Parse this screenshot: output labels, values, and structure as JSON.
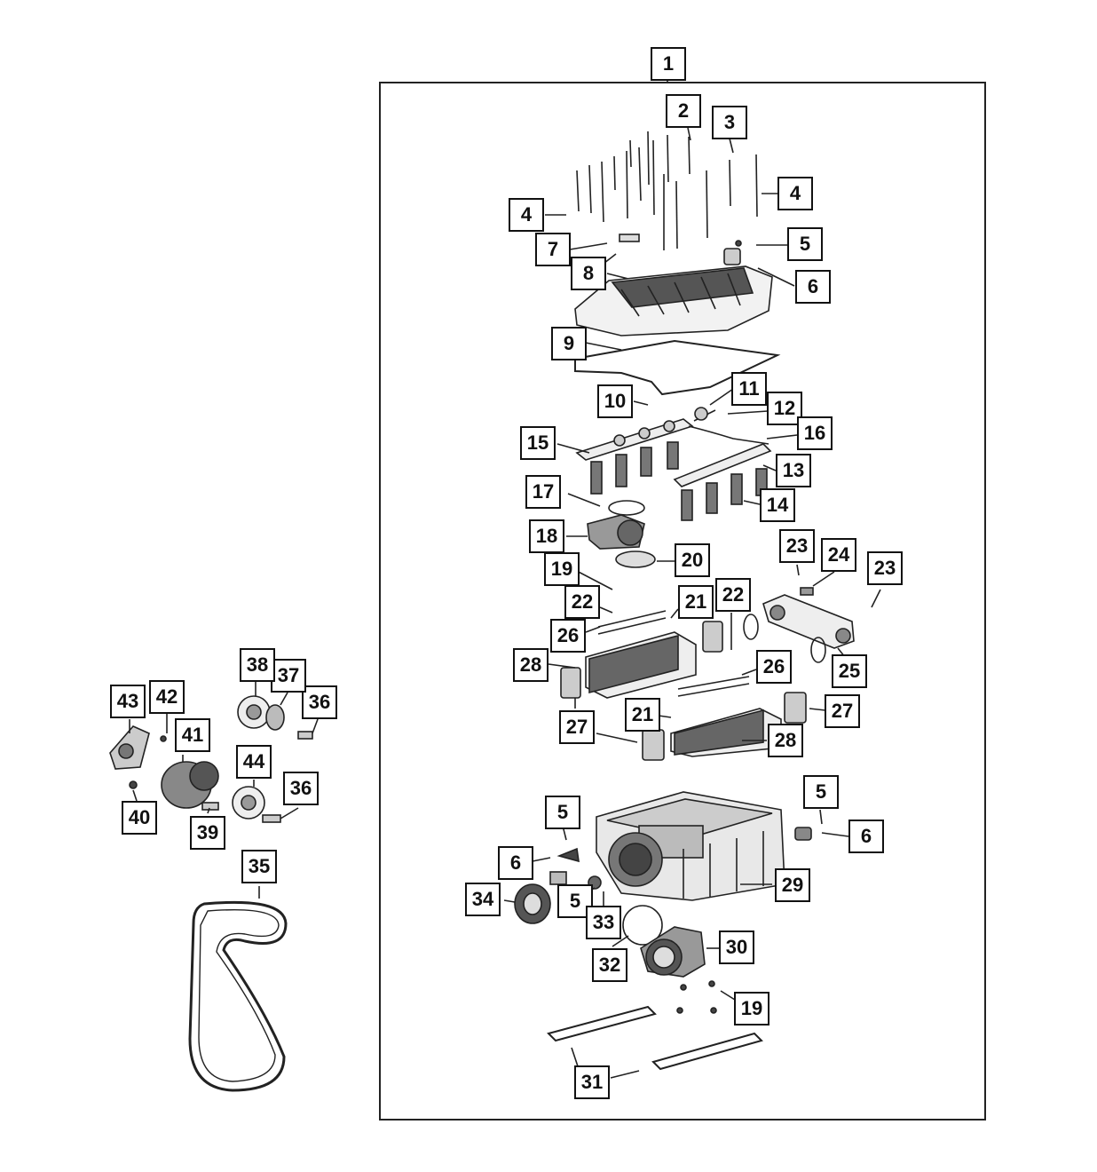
{
  "callouts": {
    "c1": "1",
    "c2": "2",
    "c3": "3",
    "c4a": "4",
    "c4b": "4",
    "c5a": "5",
    "c6a": "6",
    "c7": "7",
    "c8": "8",
    "c9": "9",
    "c10": "10",
    "c11": "11",
    "c12": "12",
    "c13": "13",
    "c14": "14",
    "c15": "15",
    "c16": "16",
    "c17": "17",
    "c18": "18",
    "c19a": "19",
    "c20": "20",
    "c21a": "21",
    "c22a": "22",
    "c22b": "22",
    "c23a": "23",
    "c23b": "23",
    "c24": "24",
    "c25": "25",
    "c26a": "26",
    "c26b": "26",
    "c27a": "27",
    "c27b": "27",
    "c28a": "28",
    "c28b": "28",
    "c21b": "21",
    "c5b": "5",
    "c5c": "5",
    "c6b": "6",
    "c6c": "6",
    "c29": "29",
    "c34": "34",
    "c5d": "5",
    "c33": "33",
    "c30": "30",
    "c32": "32",
    "c19b": "19",
    "c31": "31",
    "c35": "35",
    "c36a": "36",
    "c36b": "36",
    "c37": "37",
    "c38": "38",
    "c39": "39",
    "c40": "40",
    "c41": "41",
    "c42": "42",
    "c43": "43",
    "c44": "44"
  }
}
